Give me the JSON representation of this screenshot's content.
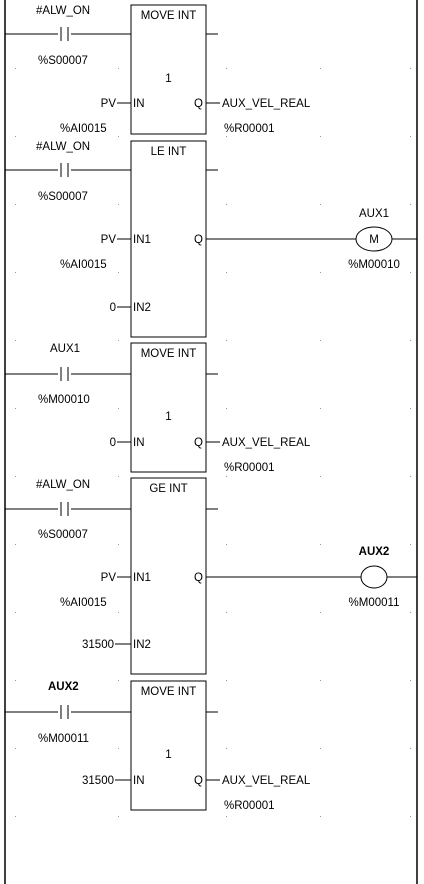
{
  "rungs": [
    {
      "contact": {
        "name": "#ALW_ON",
        "address": "%S00007",
        "bold": false
      },
      "block": {
        "title": "MOVE INT",
        "count": "1",
        "pins": [
          {
            "label": "IN",
            "value": "PV",
            "address": "%AI0015"
          }
        ],
        "q_label": "Q",
        "output": "AUX_VEL_REAL",
        "output_address": "%R00001"
      }
    },
    {
      "contact": {
        "name": "#ALW_ON",
        "address": "%S00007",
        "bold": false
      },
      "block": {
        "title": "LE INT",
        "count": "",
        "pins": [
          {
            "label": "IN1",
            "value": "PV",
            "address": "%AI0015"
          },
          {
            "label": "IN2",
            "value": "0",
            "address": ""
          }
        ],
        "q_label": "Q"
      },
      "coil": {
        "name": "AUX1",
        "address": "%M00010",
        "symbol": "M",
        "bold": false
      }
    },
    {
      "contact": {
        "name": "AUX1",
        "address": "%M00010",
        "bold": false
      },
      "block": {
        "title": "MOVE INT",
        "count": "1",
        "pins": [
          {
            "label": "IN",
            "value": "0",
            "address": ""
          }
        ],
        "q_label": "Q",
        "output": "AUX_VEL_REAL",
        "output_address": "%R00001"
      }
    },
    {
      "contact": {
        "name": "#ALW_ON",
        "address": "%S00007",
        "bold": false
      },
      "block": {
        "title": "GE INT",
        "count": "",
        "pins": [
          {
            "label": "IN1",
            "value": "PV",
            "address": "%AI0015"
          },
          {
            "label": "IN2",
            "value": "31500",
            "address": ""
          }
        ],
        "q_label": "Q"
      },
      "coil": {
        "name": "AUX2",
        "address": "%M00011",
        "symbol": "",
        "bold": true
      }
    },
    {
      "contact": {
        "name": "AUX2",
        "address": "%M00011",
        "bold": true
      },
      "block": {
        "title": "MOVE INT",
        "count": "1",
        "pins": [
          {
            "label": "IN",
            "value": "31500",
            "address": ""
          }
        ],
        "q_label": "Q",
        "output": "AUX_VEL_REAL",
        "output_address": "%R00001"
      }
    }
  ]
}
